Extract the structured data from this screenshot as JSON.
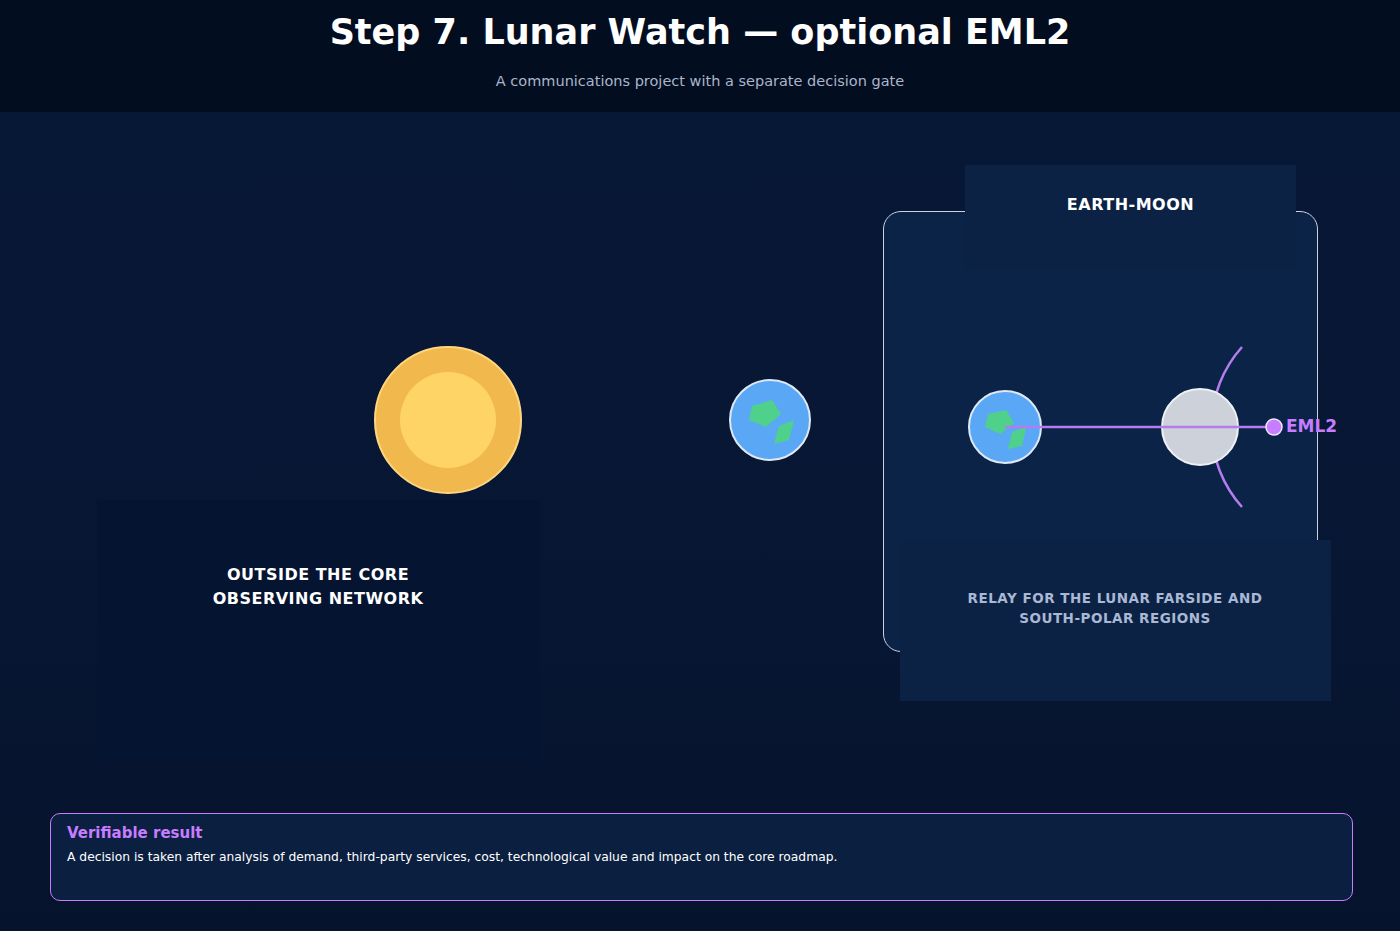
{
  "diagram": {
    "title": "Step 7. Lunar Watch — optional EML2",
    "caption": "A communications project with a separate decision gate",
    "nodes": [
      {
        "text": [
          "OUTSIDE THE CORE OBSERVING NETWORK"
        ]
      },
      {
        "text": [
          "EARTH-MOON"
        ]
      },
      {
        "text": [
          "RELAY FOR THE LUNAR FARSIDE AND SOUTH-POLAR REGIONS"
        ],
        "in": 1
      },
      {
        "text": [
          "Verifiable result",
          "A decision is taken after analysis of demand, third-party services, cost, technological value and impact on the core roadmap."
        ]
      }
    ],
    "labels": [
      "EML2"
    ]
  }
}
